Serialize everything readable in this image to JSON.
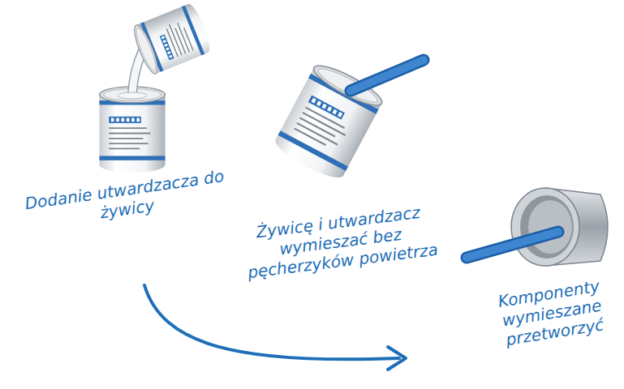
{
  "diagram": {
    "labels": [
      "Dodanie utwardzacza do żywicy",
      "Żywicę i utwardzacz wymieszać bez pęcherzyków powietrza",
      "Komponenty wymieszane przetworzyć"
    ]
  }
}
